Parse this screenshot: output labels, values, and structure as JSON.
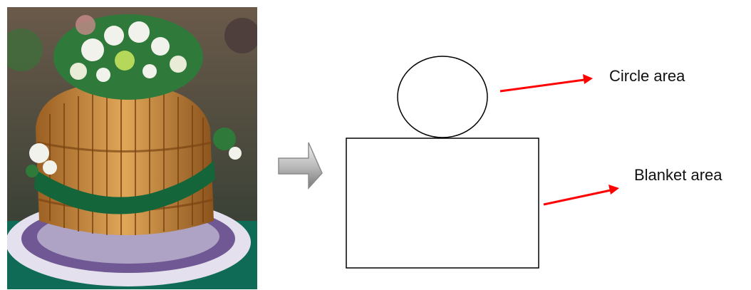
{
  "photo": {
    "subject": "rattan cage decorated with flowers and a green ribbon on a lace mat",
    "colors": {
      "rattan": "#c88a3a",
      "foliage": "#2f7a3a",
      "flowers": "#f2f2ec",
      "ribbon": "#14663a",
      "mat": "#d9d4e6",
      "mat_pattern": "#3b2a6b",
      "floor": "#0f6b55"
    }
  },
  "diagram": {
    "process_arrow_icon": "block-arrow-right",
    "circle_label": "Circle area",
    "blanket_label": "Blanket area",
    "pointer_color": "#ff0000",
    "outline_color": "#000000"
  }
}
